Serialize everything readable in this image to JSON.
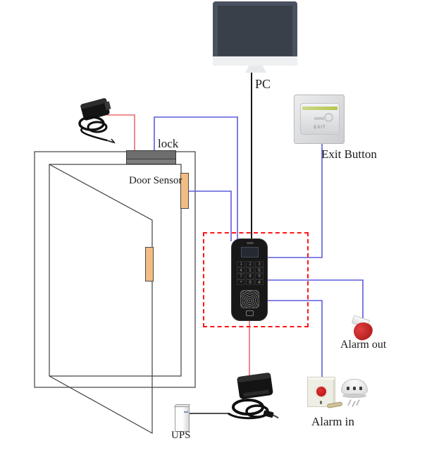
{
  "labels": {
    "pc": "PC",
    "lock": "lock",
    "door_sensor": "Door Sensor",
    "exit_button": "Exit Button",
    "alarm_out": "Alarm out",
    "alarm_in": "Alarm in",
    "ups": "UPS"
  },
  "exit_button": {
    "text": "EXIT"
  },
  "controller": {
    "keypad": [
      "1",
      "2",
      "3",
      "4",
      "5",
      "6",
      "7",
      "8",
      "9",
      "*",
      "0",
      "#"
    ]
  },
  "colors": {
    "wire_blue": "#5b5bdf",
    "wire_red": "#ef6b6b",
    "wire_black": "#161616",
    "dashed_border_red": "#ff1515",
    "door_line_gray": "#404040",
    "door_sensor_orange": "#f2bc83",
    "lock_gray": "#6e6e6e",
    "alarm_button_red": "#c31f1f",
    "exit_stripe_green": "#b6c64f"
  }
}
